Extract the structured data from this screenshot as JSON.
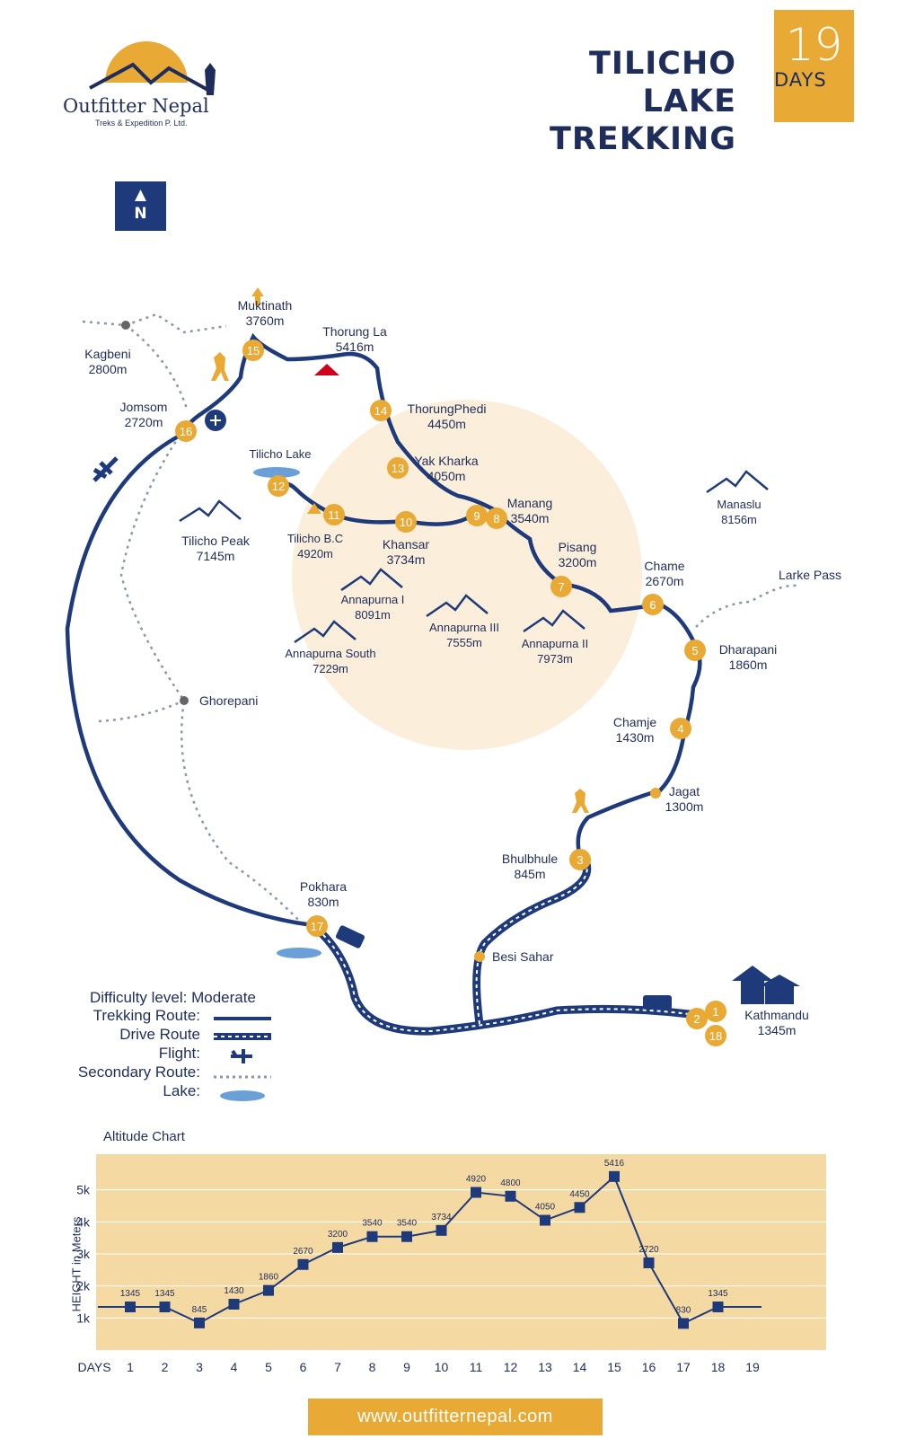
{
  "brand": {
    "name": "Outfitter Nepal",
    "tagline": "Treks & Expedition P. Ltd."
  },
  "header": {
    "title_line1": "TILICHO LAKE",
    "title_line2": "TREKKING",
    "days_number": "19",
    "days_label": "DAYS"
  },
  "compass": {
    "letter": "N"
  },
  "colors": {
    "navy": "#1f3a7a",
    "accent": "#e8a935",
    "chart_bg": "#f5d9a3",
    "peak": "#d0021b",
    "lake": "#6a9fd8",
    "secondary": "#8a96ab"
  },
  "places": {
    "muktinath": {
      "name": "Muktinath",
      "alt": "3760m"
    },
    "thorung_la": {
      "name": "Thorung La",
      "alt": "5416m"
    },
    "kagbeni": {
      "name": "Kagbeni",
      "alt": "2800m"
    },
    "jomsom": {
      "name": "Jomsom",
      "alt": "2720m"
    },
    "thorungphedi": {
      "name": "ThorungPhedi",
      "alt": "4450m"
    },
    "yak_kharka": {
      "name": "Yak Kharka",
      "alt": "4050m"
    },
    "tilicho_lake": {
      "name": "Tilicho Lake"
    },
    "manang": {
      "name": "Manang",
      "alt": "3540m"
    },
    "manaslu": {
      "name": "Manaslu",
      "alt": "8156m"
    },
    "tilicho_peak": {
      "name": "Tilicho Peak",
      "alt": "7145m"
    },
    "tilicho_bc": {
      "name": "Tilicho B.C",
      "alt": "4920m"
    },
    "khansar": {
      "name": "Khansar",
      "alt": "3734m"
    },
    "pisang": {
      "name": "Pisang",
      "alt": "3200m"
    },
    "chame": {
      "name": "Chame",
      "alt": "2670m"
    },
    "larke_pass": {
      "name": "Larke Pass"
    },
    "annapurna_1": {
      "name": "Annapurna I",
      "alt": "8091m"
    },
    "annapurna_3": {
      "name": "Annapurna III",
      "alt": "7555m"
    },
    "annapurna_2": {
      "name": "Annapurna II",
      "alt": "7973m"
    },
    "annapurna_south": {
      "name": "Annapurna South",
      "alt": "7229m"
    },
    "dharapani": {
      "name": "Dharapani",
      "alt": "1860m"
    },
    "ghorepani": {
      "name": "Ghorepani"
    },
    "chamje": {
      "name": "Chamje",
      "alt": "1430m"
    },
    "jagat": {
      "name": "Jagat",
      "alt": "1300m"
    },
    "bhulbhule": {
      "name": "Bhulbhule",
      "alt": "845m"
    },
    "pokhara": {
      "name": "Pokhara",
      "alt": "830m"
    },
    "besi_sahar": {
      "name": "Besi Sahar"
    },
    "kathmandu": {
      "name": "Kathmandu",
      "alt": "1345m"
    }
  },
  "stops": [
    "1",
    "2",
    "3",
    "4",
    "5",
    "6",
    "7",
    "8",
    "9",
    "10",
    "11",
    "12",
    "13",
    "14",
    "15",
    "16",
    "17",
    "18"
  ],
  "legend": {
    "difficulty_label": "Difficulty level:",
    "difficulty_value": "Moderate",
    "trekking": "Trekking Route:",
    "drive": "Drive Route",
    "flight": "Flight:",
    "secondary": "Secondary Route:",
    "lake": "Lake:"
  },
  "chart_data": {
    "type": "line",
    "title": "Altitude Chart",
    "xlabel": "DAYS",
    "ylabel": "HEIGHT in Meters",
    "x": [
      1,
      2,
      3,
      4,
      5,
      6,
      7,
      8,
      9,
      10,
      11,
      12,
      13,
      14,
      15,
      16,
      17,
      18,
      19
    ],
    "yticks": [
      "1k",
      "2k",
      "3k",
      "4k",
      "5k"
    ],
    "ylim": [
      0,
      6000
    ],
    "series": [
      {
        "values": [
          1345,
          1345,
          845,
          1430,
          1860,
          2670,
          3200,
          3540,
          3540,
          3734,
          4920,
          4800,
          4050,
          4450,
          5416,
          2720,
          830,
          1345
        ]
      }
    ],
    "grid": true
  },
  "footer": {
    "url": "www.outfitternepal.com"
  }
}
